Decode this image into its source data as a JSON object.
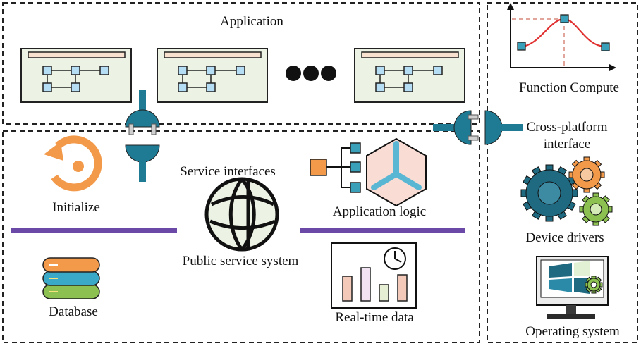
{
  "labels": {
    "application": "Application",
    "function_compute": "Function Compute",
    "cross_platform_line1": "Cross-platform",
    "cross_platform_line2": "interface",
    "service_interfaces": "Service interfaces",
    "initialize": "Initialize",
    "application_logic": "Application logic",
    "public_service_system": "Public service system",
    "database": "Database",
    "real_time_data": "Real-time data",
    "device_drivers": "Device drivers",
    "operating_system": "Operating system"
  },
  "icons": {
    "app_window": "app-window-icon",
    "ellipsis": "ellipsis-icon",
    "plug": "plug-icon",
    "refresh": "refresh-icon",
    "globe": "globe-icon",
    "hierarchy": "hierarchy-icon",
    "hexagon": "hexagon-icon",
    "database": "database-icon",
    "bar_chart": "bar-chart-icon",
    "clock": "clock-icon",
    "gears": "gears-icon",
    "monitor": "monitor-icon",
    "curve": "curve-chart-icon"
  },
  "colors": {
    "window_fill": "#ecf3e4",
    "window_bar": "#f9e1cf",
    "node_fill": "#b5ddf3",
    "plug": "#1f7a93",
    "orange": "#f2994a",
    "purple": "#6a4aa6",
    "teal_gear": "#1f6a80",
    "green_gear": "#8cc152",
    "curve_red": "#e03030"
  }
}
